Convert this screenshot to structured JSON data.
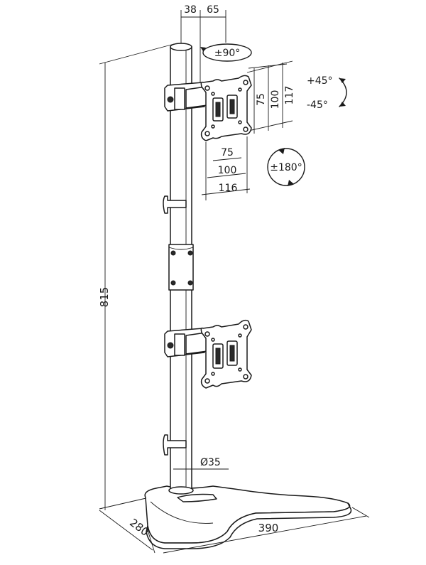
{
  "dimensions": {
    "pole_offset_38": "38",
    "arm_offset_65": "65",
    "total_height": "815",
    "plate_h_75": "75",
    "plate_h_100": "100",
    "plate_h_117": "117",
    "plate_w_75": "75",
    "plate_w_100": "100",
    "plate_w_116": "116",
    "pole_diameter": "Ø35",
    "base_depth": "280",
    "base_width": "390"
  },
  "rotations": {
    "swivel": "±90°",
    "tilt_up": "+45°",
    "tilt_down": "-45°",
    "rotate": "±180°"
  }
}
